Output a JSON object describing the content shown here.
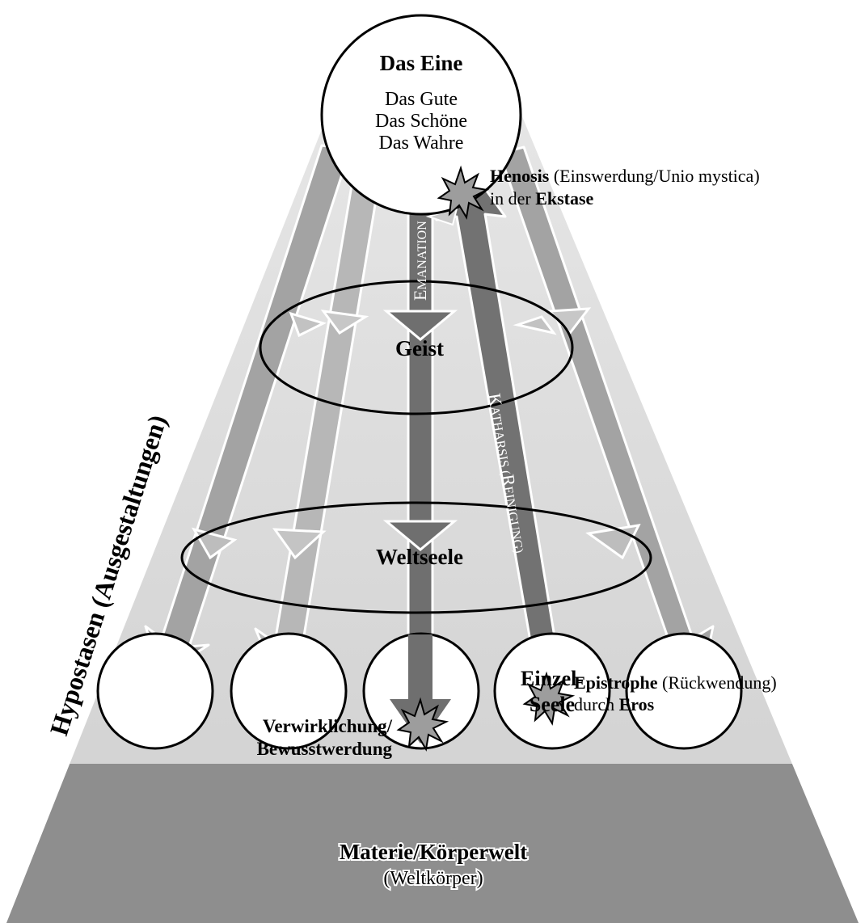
{
  "top": {
    "title": "Das Eine",
    "lines": [
      "Das Gute",
      "Das Schöne",
      "Das Wahre"
    ]
  },
  "henosis": {
    "term": "Henosis",
    "rest": " (Einswerdung/Unio mystica)",
    "line2_prefix": "in der ",
    "line2_term": "Ekstase"
  },
  "emanation": {
    "cap": "E",
    "rest": "MANATION"
  },
  "katharsis": {
    "cap1": "K",
    "rest1": "ATHARSIS (",
    "cap2": "R",
    "rest2": "EINIGUNG)"
  },
  "levels": {
    "geist": "Geist",
    "weltseele": "Weltseele"
  },
  "hypostasen": "Hypostasen (Ausgestaltungen)",
  "epistrophe": {
    "term": "Epistrophe",
    "rest": " (Rückwendung)",
    "line2_prefix": "durch ",
    "line2_term": "Eros"
  },
  "verwirklichung": {
    "line1": "Verwirklichung/",
    "line2": "Bewusstwerdung"
  },
  "einzelseele": {
    "line1": "Einzel-",
    "line2": "Seele"
  },
  "materie": {
    "line1": "Materie/Körperwelt",
    "line2": "(Weltkörper)"
  },
  "colors": {
    "background": "#ffffff",
    "pyramid_top": "#e4e4e4",
    "pyramid_mid": "#d0d0d0",
    "matter": "#8e8e8e",
    "arrow_light": "#bdbdbd",
    "arrow_mid": "#9a9a9a",
    "arrow_dark": "#6e6e6e",
    "star": "#9d9d9d"
  }
}
